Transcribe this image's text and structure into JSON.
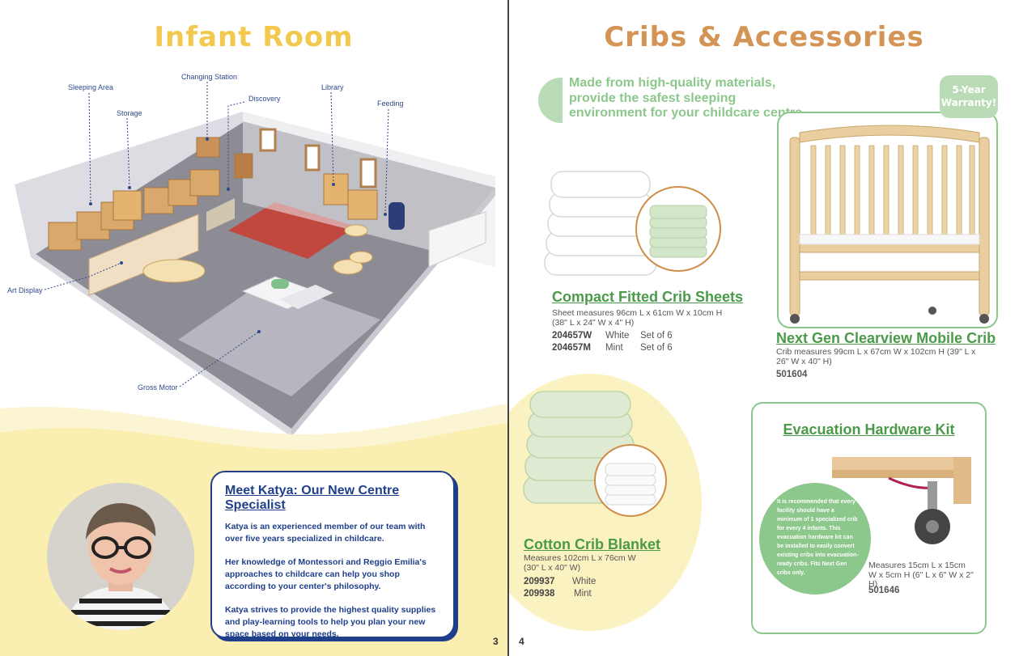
{
  "left_page": {
    "title": "Infant Room",
    "callouts": {
      "sleeping_area": "Sleeping Area",
      "changing_station": "Changing Station",
      "storage": "Storage",
      "discovery": "Discovery",
      "library": "Library",
      "feeding": "Feeding",
      "art_display": "Art Display",
      "gross_motor": "Gross Motor"
    },
    "specialist": {
      "heading": "Meet Katya: Our New Centre Specialist",
      "p1": "Katya is an experienced member of our team with over five years specialized in childcare.",
      "p2": "Her knowledge of Montessori and Reggio Emilia's approaches to childcare can help you shop according to your center's philosophy.",
      "p3": "Katya strives to provide the highest quality supplies and play-learning tools to help you plan your new space based on your needs."
    },
    "page_number": "3"
  },
  "right_page": {
    "title": "Cribs & Accessories",
    "intro": "Made from high-quality materials, provide the safest sleeping environment for your childcare centre.",
    "warranty": "5-Year Warranty!",
    "products": {
      "sheets": {
        "title": "Compact Fitted Crib Sheets",
        "desc": "Sheet measures 96cm L x 61cm W x 10cm H (38\" L x 24\" W x 4\" H)",
        "skus": [
          {
            "code": "204657W",
            "color": "White",
            "set": "Set of 6"
          },
          {
            "code": "204657M",
            "color": "Mint",
            "set": "Set of 6"
          }
        ]
      },
      "crib": {
        "title": "Next Gen Clearview Mobile Crib",
        "desc": "Crib measures 99cm L x 67cm W x 102cm H (39\" L x 26\" W x 40\" H)",
        "sku": "501604"
      },
      "blanket": {
        "title": "Cotton Crib Blanket",
        "desc": "Measures 102cm L x 76cm W (30\" L x 40\" W)",
        "skus": [
          {
            "code": "209937",
            "color": "White"
          },
          {
            "code": "209938",
            "color": "Mint"
          }
        ]
      },
      "evac": {
        "title": "Evacuation Hardware Kit",
        "note": "It is recommended that every facility should have a minimum of 1 specialized crib for every 4 infants. This evacuation hardware kit can be installed to easily convert existing cribs into evacuation-ready cribs. Fits Next Gen cribs only.",
        "desc": "Measures 15cm L x 15cm W x 5cm H (6\" L x 6\" W x 2\" H)",
        "sku": "501646"
      }
    },
    "page_number": "4"
  },
  "colors": {
    "title_yellow": "#f2c94c",
    "title_orange": "#d39455",
    "green": "#4a9a49",
    "mint": "#b9dcb6",
    "navy": "#1f3f8a",
    "pale_yellow": "#fbf2c1"
  }
}
